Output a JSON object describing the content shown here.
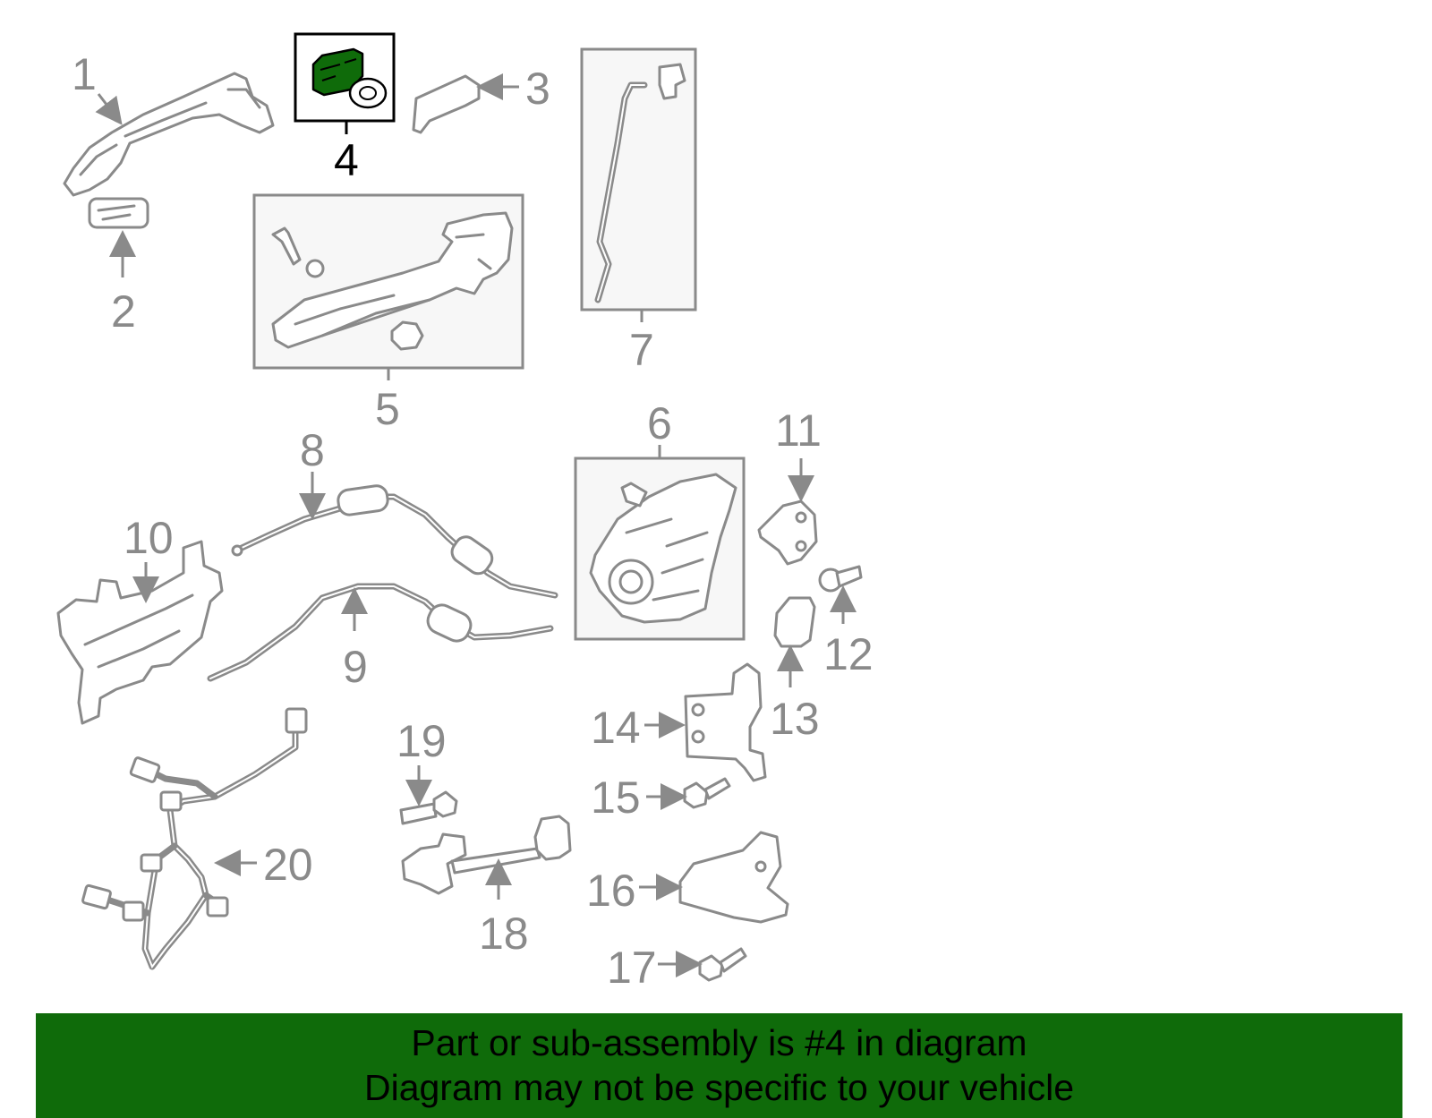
{
  "diagram": {
    "highlight_color": "#0f6b0a",
    "highlighted_part": "4",
    "callouts": [
      "1",
      "2",
      "3",
      "4",
      "5",
      "6",
      "7",
      "8",
      "9",
      "10",
      "11",
      "12",
      "13",
      "14",
      "15",
      "16",
      "17",
      "18",
      "19",
      "20"
    ]
  },
  "banner": {
    "line1": "Part or sub-assembly is #4 in diagram",
    "line2": "Diagram may not be specific to your vehicle",
    "background": "#0f6b0a"
  }
}
